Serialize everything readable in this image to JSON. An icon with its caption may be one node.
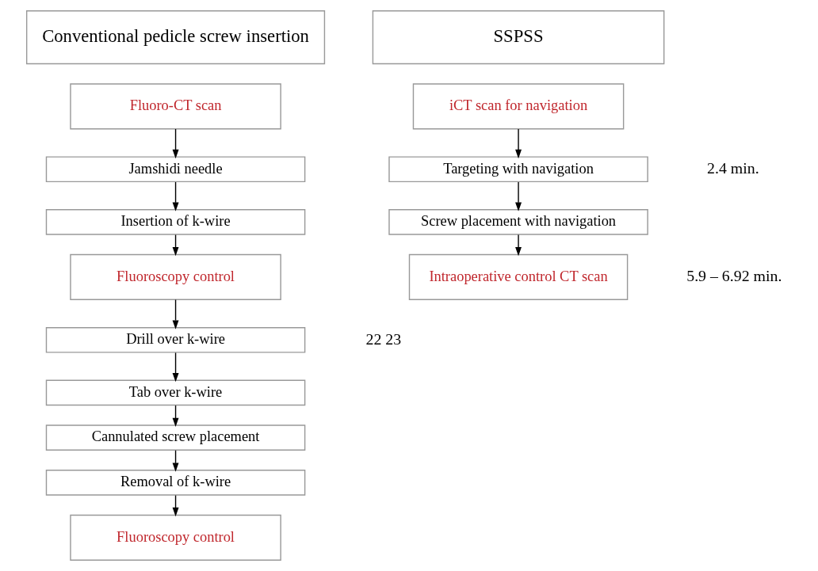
{
  "diagram": {
    "nodes": [
      {
        "text": [
          "Conventional pedicle screw insertion"
        ]
      },
      {
        "text": [
          "SSPSS"
        ]
      },
      {
        "text": [
          "Fluoro-CT scan"
        ]
      },
      {
        "text": [
          "Jamshidi needle"
        ]
      },
      {
        "text": [
          "Insertion of k-wire"
        ]
      },
      {
        "text": [
          "Fluoroscopy control"
        ]
      },
      {
        "text": [
          "Drill over k-wire"
        ]
      },
      {
        "text": [
          "Tab over k-wire"
        ]
      },
      {
        "text": [
          "Cannulated screw placement"
        ]
      },
      {
        "text": [
          "Removal of k-wire"
        ]
      },
      {
        "text": [
          "Fluoroscopy control"
        ]
      },
      {
        "text": [
          "iCT scan for navigation"
        ]
      },
      {
        "text": [
          "Targeting with navigation"
        ]
      },
      {
        "text": [
          "Screw placement with navigation"
        ]
      },
      {
        "text": [
          "Intraoperative control CT scan"
        ]
      }
    ],
    "edges": [
      {
        "from": 2,
        "to": 3,
        "arrow": "to"
      },
      {
        "from": 3,
        "to": 4,
        "arrow": "to"
      },
      {
        "from": 4,
        "to": 5,
        "arrow": "to"
      },
      {
        "from": 5,
        "to": 6,
        "arrow": "to"
      },
      {
        "from": 6,
        "to": 7,
        "arrow": "to"
      },
      {
        "from": 7,
        "to": 8,
        "arrow": "to"
      },
      {
        "from": 8,
        "to": 9,
        "arrow": "to"
      },
      {
        "from": 9,
        "to": 10,
        "arrow": "to"
      },
      {
        "from": 11,
        "to": 12,
        "arrow": "to"
      },
      {
        "from": 12,
        "to": 13,
        "arrow": "to"
      },
      {
        "from": 13,
        "to": 14,
        "arrow": "to"
      }
    ],
    "labels": [
      "5.9 – 6.92 min.",
      "22 23",
      "2.4 min."
    ]
  }
}
